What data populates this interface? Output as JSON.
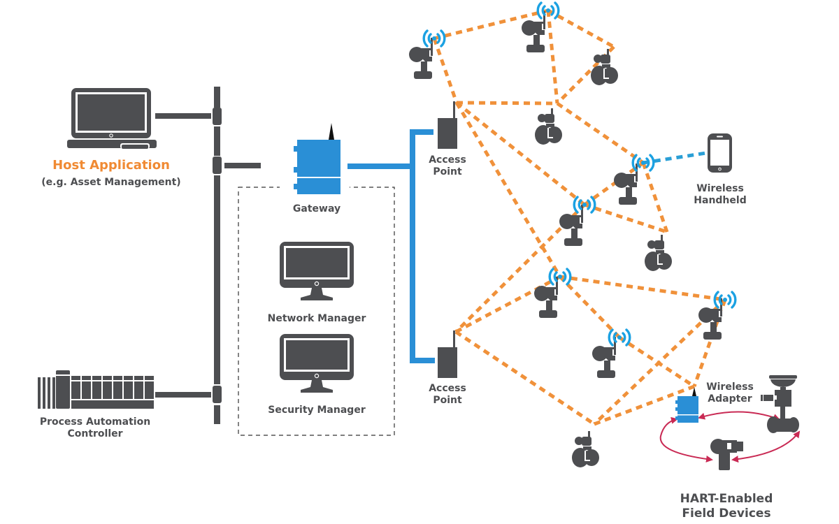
{
  "title": "WirelessHART Network Architecture",
  "colors": {
    "device": "#4d4e51",
    "gateway": "#2a8fd6",
    "mesh_link": "#f0913a",
    "wired_link": "#2a8fd6",
    "handheld_link": "#2a9fd6",
    "hart_link": "#c92a54",
    "accent_label": "#f08a33"
  },
  "labels": {
    "host_application": "Host Application",
    "host_application_sub": "(e.g. Asset Management)",
    "process_controller_line1": "Process Automation",
    "process_controller_line2": "Controller",
    "gateway": "Gateway",
    "network_manager": "Network Manager",
    "security_manager": "Security Manager",
    "access_point_1_line1": "Access",
    "access_point_1_line2": "Point",
    "access_point_2_line1": "Access",
    "access_point_2_line2": "Point",
    "wireless_handheld_line1": "Wireless",
    "wireless_handheld_line2": "Handheld",
    "wireless_adapter_line1": "Wireless",
    "wireless_adapter_line2": "Adapter",
    "hart_devices_line1": "HART-Enabled",
    "hart_devices_line2": "Field Devices"
  },
  "nodes": [
    {
      "id": "ap1",
      "type": "access-point"
    },
    {
      "id": "ap2",
      "type": "access-point"
    },
    {
      "id": "t1",
      "type": "pressure-transmitter",
      "wireless_indicator": true
    },
    {
      "id": "t2",
      "type": "pressure-transmitter",
      "wireless_indicator": true
    },
    {
      "id": "v1",
      "type": "flow-transmitter"
    },
    {
      "id": "v2",
      "type": "flow-transmitter"
    },
    {
      "id": "t3",
      "type": "pressure-transmitter",
      "wireless_indicator": true
    },
    {
      "id": "t4",
      "type": "pressure-transmitter",
      "wireless_indicator": true
    },
    {
      "id": "v3",
      "type": "flow-transmitter"
    },
    {
      "id": "t5",
      "type": "pressure-transmitter",
      "wireless_indicator": true
    },
    {
      "id": "t6",
      "type": "pressure-transmitter",
      "wireless_indicator": true
    },
    {
      "id": "t7",
      "type": "pressure-transmitter",
      "wireless_indicator": true
    },
    {
      "id": "v4",
      "type": "flow-transmitter"
    },
    {
      "id": "wa",
      "type": "wireless-adapter"
    },
    {
      "id": "hh",
      "type": "wireless-handheld"
    }
  ],
  "mesh_links": [
    [
      "t1",
      "t2"
    ],
    [
      "t1",
      "ap1"
    ],
    [
      "t2",
      "v2"
    ],
    [
      "t2",
      "v1"
    ],
    [
      "ap1",
      "v2"
    ],
    [
      "v1",
      "v2"
    ],
    [
      "v2",
      "t4"
    ],
    [
      "ap1",
      "t3"
    ],
    [
      "ap1",
      "t5"
    ],
    [
      "t3",
      "t4"
    ],
    [
      "t3",
      "v3"
    ],
    [
      "t4",
      "v3"
    ],
    [
      "t3",
      "ap2"
    ],
    [
      "ap2",
      "t5"
    ],
    [
      "ap2",
      "v4"
    ],
    [
      "t5",
      "t6"
    ],
    [
      "t5",
      "t7"
    ],
    [
      "t6",
      "v4"
    ],
    [
      "t6",
      "wa"
    ],
    [
      "t7",
      "wa"
    ],
    [
      "v4",
      "wa"
    ]
  ],
  "handheld_link": [
    "t4",
    "hh"
  ],
  "hart_links": [
    [
      "wa",
      "h1"
    ],
    [
      "h1",
      "h2"
    ],
    [
      "h2",
      "wa"
    ]
  ]
}
